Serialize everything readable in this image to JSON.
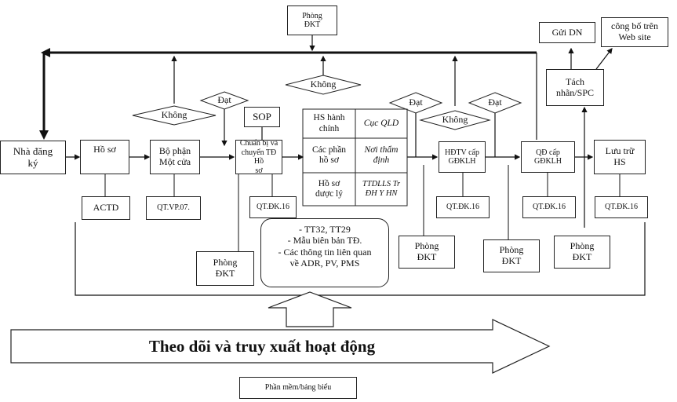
{
  "boxes": {
    "phong_dkt_top": "Phòng\nĐKT",
    "gui_dn": "Gửi DN",
    "cong_bo": "công bố trên\nWeb site",
    "tach_nhan": "Tách\nnhãn/SPC",
    "nha_dang_ky": "Nhà đăng\nký",
    "ho_so": "Hồ sơ",
    "bo_phan": "Bộ phận\nMột cửa",
    "sop": "SOP",
    "chuan_bi": "Chuẩn bị và\nchuyển TĐ Hồ\nsơ",
    "hdtv": "HĐTV cấp\nGĐKLH",
    "qd": "QĐ cấp\nGĐKLH",
    "luu_tru": "Lưu trữ\nHS",
    "actd": "ACTD",
    "qt_vp07": "QT.VP.07.",
    "qt_dk16_a": "QT.ĐK.16",
    "qt_dk16_b": "QT.ĐK.16",
    "qt_dk16_c": "QT.ĐK.16",
    "qt_dk16_d": "QT.ĐK.16",
    "phong_dkt_1": "Phòng\nĐKT",
    "phong_dkt_2": "Phòng\nĐKT",
    "phong_dkt_3": "Phòng\nĐKT",
    "phong_dkt_4": "Phòng\nĐKT",
    "phan_mem": "Phần mềm/bảng biểu"
  },
  "table": {
    "r1c1": "HS hành\nchính",
    "r1c2": "Cục QLD",
    "r2c1": "Các phần\nhồ sơ",
    "r2c2": "Nơi thẩm\nđịnh",
    "r3c1": "Hồ sơ\ndược lý",
    "r3c2": "TTDLLS Tr\nĐH Y HN"
  },
  "diamonds": {
    "khong_1": "Không",
    "dat_1": "Đạt",
    "khong_2": "Không",
    "dat_2": "Đạt",
    "khong_3": "Không",
    "dat_3": "Đạt"
  },
  "notes": {
    "line1": "- TT32, TT29",
    "line2": "- Mẫu biên bản TĐ.",
    "line3": "- Các thông tin liên quan\nvề ADR, PV, PMS"
  },
  "banner": "Theo dõi và truy xuất hoạt động"
}
